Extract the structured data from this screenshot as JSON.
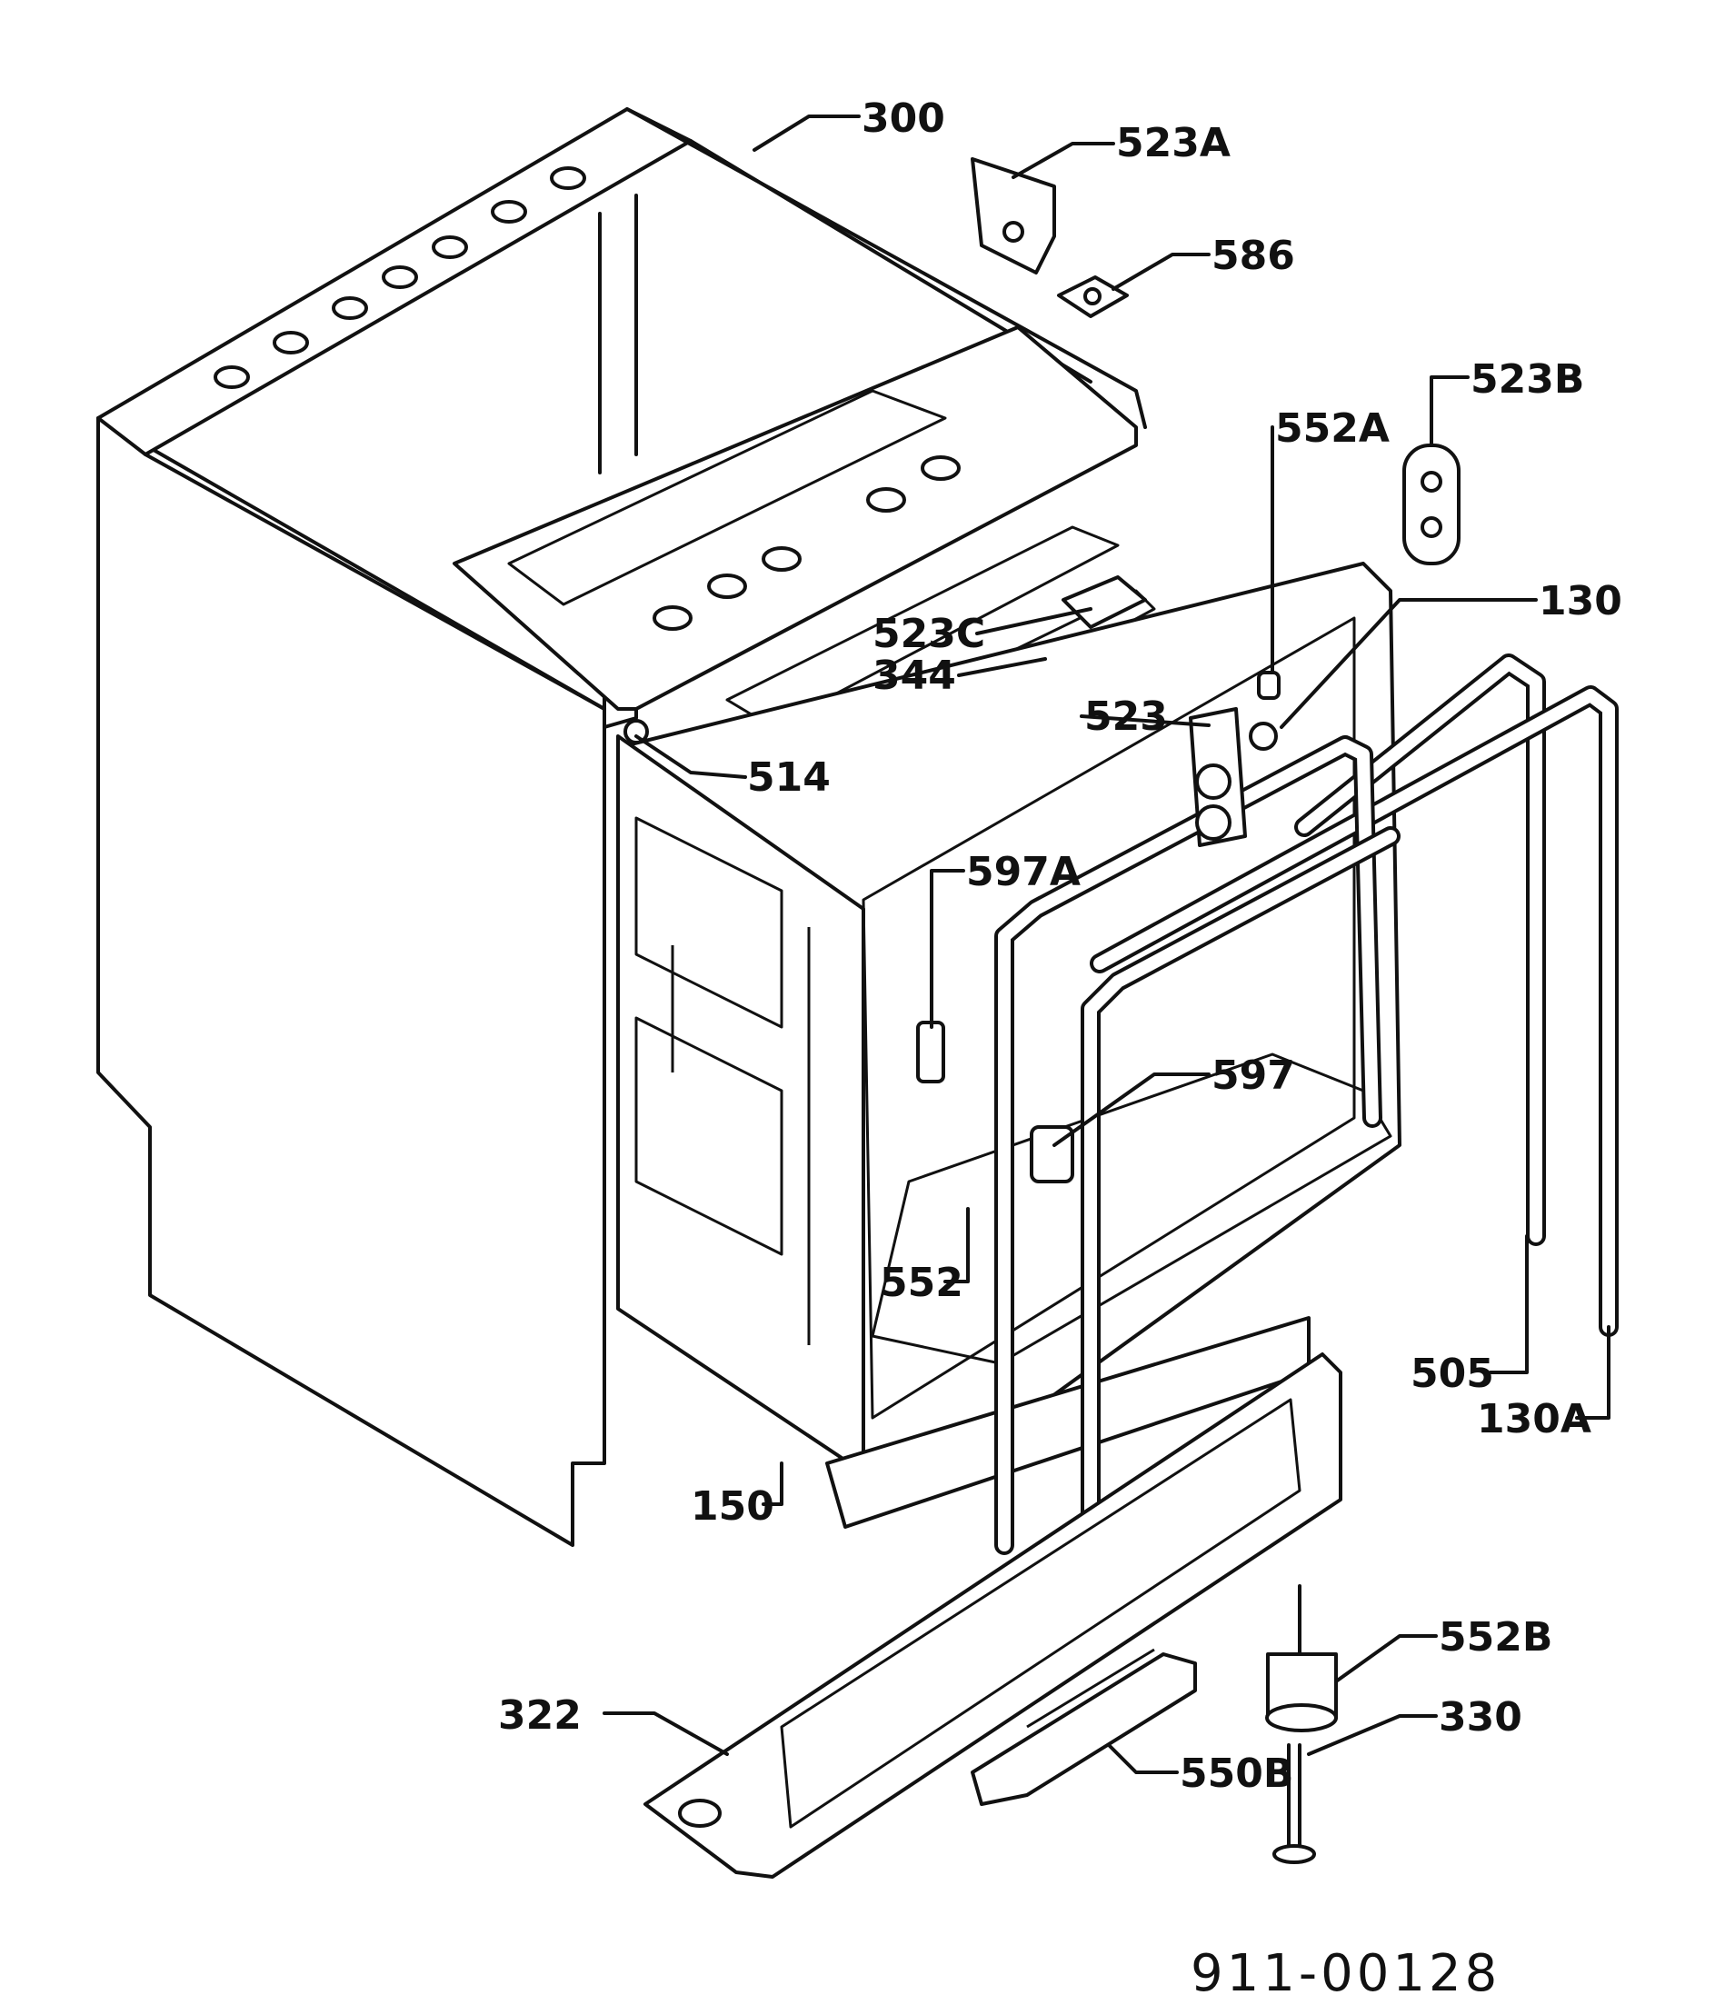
{
  "diagram_code": "911-00128",
  "callouts": {
    "c300": "300",
    "c523A": "523A",
    "c586": "586",
    "c523B": "523B",
    "c552A": "552A",
    "c130": "130",
    "c523C": "523C",
    "c344": "344",
    "c523": "523",
    "c514": "514",
    "c597A": "597A",
    "c597": "597",
    "c552": "552",
    "c505": "505",
    "c130A": "130A",
    "c150": "150",
    "c552B": "552B",
    "c322": "322",
    "c330": "330",
    "c550B": "550B"
  }
}
